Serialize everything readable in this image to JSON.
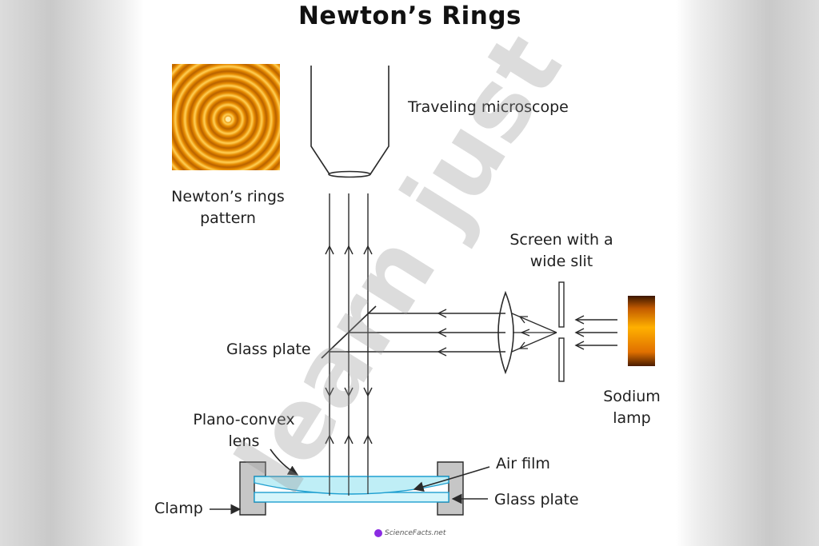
{
  "title": "Newton’s Rings",
  "labels": {
    "rings_pattern": [
      "Newton’s rings",
      "pattern"
    ],
    "microscope": "Traveling microscope",
    "screen": [
      "Screen with a",
      "wide slit"
    ],
    "glass_plate_upper": "Glass plate",
    "sodium_lamp": [
      "Sodium",
      "lamp"
    ],
    "plano_convex": [
      "Plano-convex",
      "lens"
    ],
    "air_film": "Air film",
    "glass_plate_lower": "Glass plate",
    "clamp": "Clamp"
  },
  "watermark": "learn just",
  "logo": "ScienceFacts.net",
  "colors": {
    "lens_fill": "#bfeef6",
    "lens_stroke": "#1e9fd0",
    "clamp_fill": "#c6c6c6",
    "line": "#2a2a2a"
  }
}
